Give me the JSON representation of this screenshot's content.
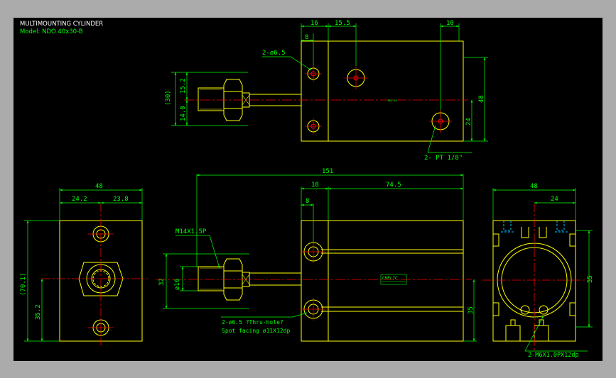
{
  "title": {
    "line1": "MULTIMOUNTING CYLINDER",
    "line2": "Model: NDO 40x30-B"
  },
  "colors": {
    "background": "#000000",
    "frame": "#ababab",
    "outline": "#ffff00",
    "dimension": "#00ff00",
    "centerline": "#ff0000",
    "hidden": "#00bfff",
    "label_tag": "#00ff00"
  },
  "top_view": {
    "dims": {
      "d16": "16",
      "d15_5": "15.5",
      "d10": "10",
      "d8": "8",
      "d15_2": "15.2",
      "d30": "(30)",
      "d14_8": "14.8",
      "d48": "48",
      "d24": "24"
    },
    "labels": {
      "holes": "2-ø6.5",
      "port": "2- PT 1/8\"",
      "tag": "NDO 40"
    }
  },
  "left_view": {
    "dims": {
      "d48": "48",
      "d24_2": "24.2",
      "d23_8": "23.8",
      "d70_1": "(70.1)",
      "d35_2": "35.2"
    }
  },
  "front_view": {
    "dims": {
      "d151": "151",
      "d18": "18",
      "d74_5": "74.5",
      "d8": "8",
      "d32": "32",
      "d16": "ø16",
      "d35": "35"
    },
    "labels": {
      "thread": "M14X1.5P",
      "holes_line1": "2-ø6.5 ?Thru-hole?",
      "holes_line2": "Spot facing  ø11X12dp",
      "logo": "CHELIC"
    }
  },
  "right_view": {
    "dims": {
      "d48": "48",
      "d24": "24",
      "d55": "55"
    },
    "labels": {
      "tap": "2-M6X1.0PX12dp"
    }
  }
}
